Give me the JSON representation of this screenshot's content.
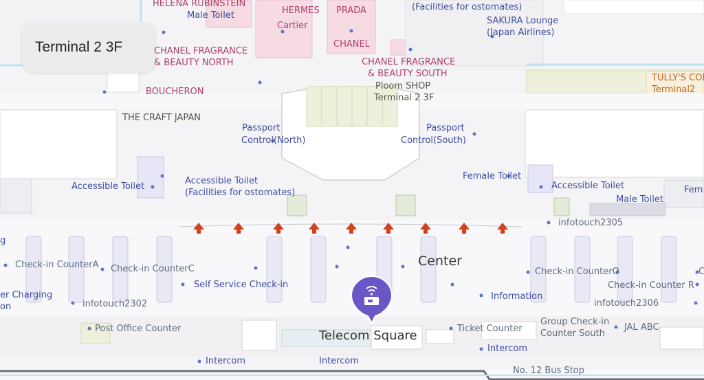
{
  "map": {
    "title": "Terminal 2 3F",
    "colors": {
      "background": "#f4f4f6",
      "shop_fill": "#f6dbe3",
      "shop_text": "#b0406e",
      "facility_text": "#3e4ca0",
      "building_fill": "#ffffff",
      "area_fill": "#eef0dc",
      "arrow": "#d2421a",
      "pin": "#6b56c8",
      "water": "#bde3ef"
    },
    "labels": {
      "helena": "HELENA RUBINSTEIN",
      "male_toilet_top": "Male Toilet",
      "hermes": "HERMES",
      "cartier": "Cartier",
      "prada": "PRADA",
      "chanel": "CHANEL",
      "facilities_top": "(Facilities for ostomates)",
      "sakura_1": "SAKURA Lounge",
      "sakura_2": "(Japan Airlines)",
      "chanel_north_1": "CHANEL FRAGRANCE",
      "chanel_north_2": "& BEAUTY NORTH",
      "chanel_south_1": "CHANEL FRAGRANCE",
      "chanel_south_2": "& BEAUTY SOUTH",
      "ploom_1": "Ploom SHOP",
      "ploom_2": "Terminal 2 3F",
      "tullys_1": "TULLY'S COF",
      "tullys_2": "Terminal2",
      "boucheron": "BOUCHERON",
      "craft": "THE CRAFT JAPAN",
      "passport_north_1": "Passport",
      "passport_north_2": "Control(North)",
      "passport_south_1": "Passport",
      "passport_south_2": "Control(South)",
      "accessible_left": "Accessible Toilet",
      "accessible_mid_1": "Accessible Toilet",
      "accessible_mid_2": "(Facilities for ostomates)",
      "female_toilet_mid": "Female Toilet",
      "accessible_right": "Accessible Toilet",
      "female_right": "Fem",
      "male_toilet_right": "Male Toilet",
      "infotouch2305": "infotouch2305",
      "g_partial": "g",
      "checkin_a": "Check-in CounterA",
      "checkin_c": "Check-in CounterC",
      "center": "Center",
      "checkin_o": "Check-in CounterO",
      "c_partial": "C",
      "self_service": "Self Service Check-in",
      "checkin_r": "Check-in Counter R",
      "charging_1": "er Charging",
      "charging_2": "on",
      "infotouch2302": "infotouch2302",
      "information": "Information",
      "infotouch2306": "infotouch2306",
      "post_office": "Post Office Counter",
      "ticket": "Ticket Counter",
      "group_1": "Group Check-in",
      "group_2": "Counter South",
      "jal_abc": "JAL ABC",
      "telecom": "Telecom Square",
      "intercom_1": "Intercom",
      "intercom_2": "Intercom",
      "intercom_3": "Intercom",
      "bus_stop": "No. 12 Bus Stop"
    }
  }
}
